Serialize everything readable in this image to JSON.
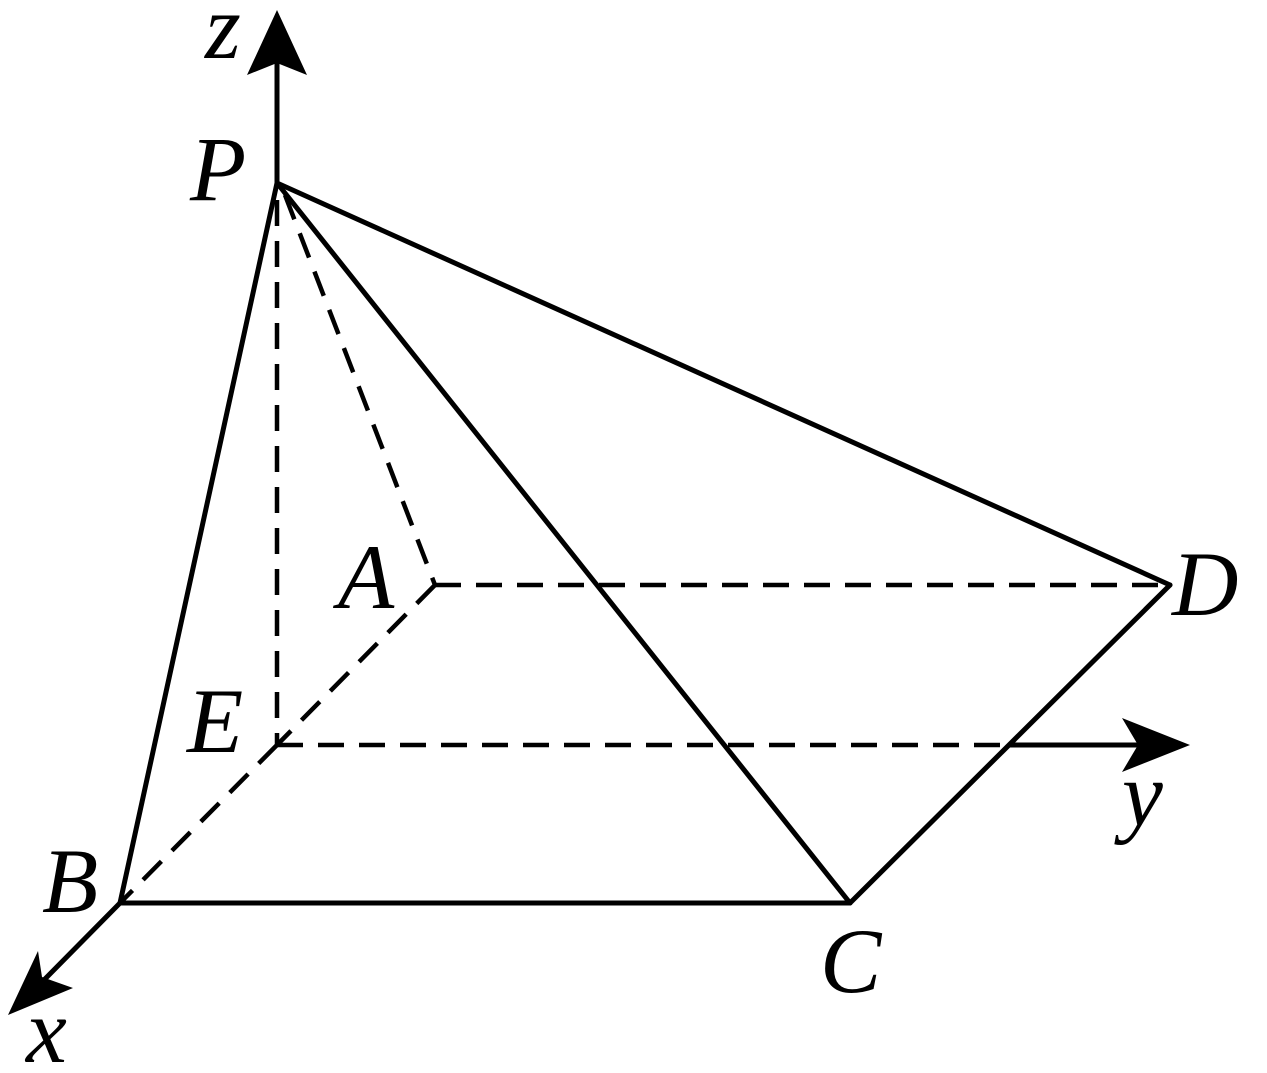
{
  "labels": {
    "z": "z",
    "y": "y",
    "x": "x",
    "P": "P",
    "A": "A",
    "D": "D",
    "E": "E",
    "B": "B",
    "C": "C"
  },
  "colors": {
    "stroke": "#000000",
    "background": "#ffffff"
  }
}
